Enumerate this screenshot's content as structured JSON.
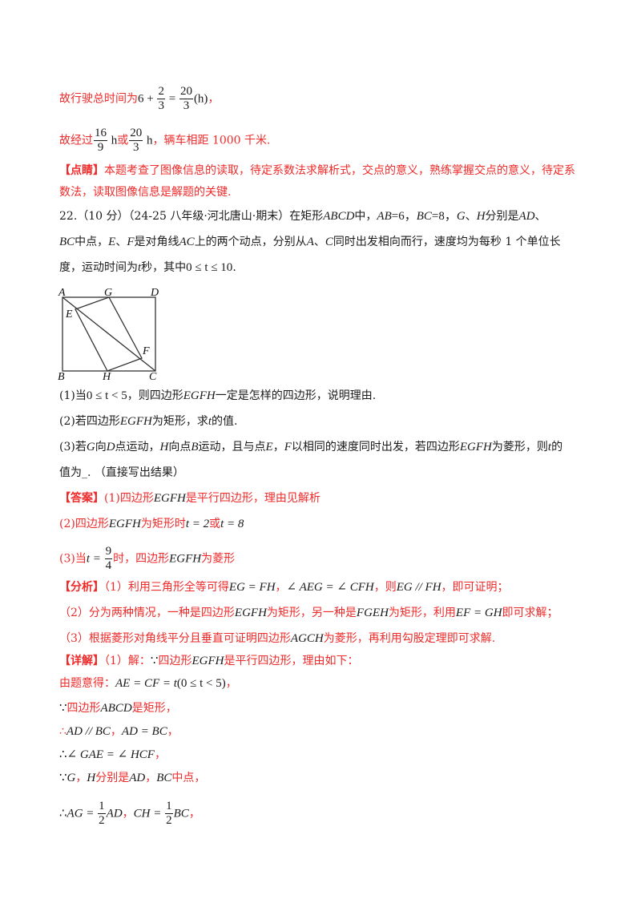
{
  "prev_solution": {
    "line1": {
      "text": "故行驶总时间为",
      "expr_a": "6 + ",
      "frac1": {
        "num": "2",
        "den": "3"
      },
      "eq": " = ",
      "frac2": {
        "num": "20",
        "den": "3"
      },
      "unit": "(h)",
      "tail": "，"
    },
    "line2": {
      "text": "故经过",
      "frac1": {
        "num": "16",
        "den": "9"
      },
      "unit1": " h",
      "or": "或",
      "frac2": {
        "num": "20",
        "den": "3"
      },
      "unit2": " h",
      "tail": "，辆车相距 1000 千米."
    }
  },
  "dianjing": {
    "label": "【点睛】",
    "line1": "本题考查了图像信息的读取，待定系数法求解析式，交点的意义，熟练掌握交点的意义，待定系",
    "line2": "数法，读取图像信息是解题的关键."
  },
  "problem": {
    "number": "22.",
    "score": "（10 分）",
    "source": "（24-25 八年级·河北唐山·期末）",
    "line1_parts": [
      "在矩形",
      "ABCD",
      "中，",
      "AB",
      "=6，",
      "BC",
      "=8，",
      "G",
      "、",
      "H",
      "分别是",
      "AD",
      "、"
    ],
    "line2_parts": [
      "BC",
      "中点，",
      "E",
      "、",
      "F",
      "是对角线",
      "AC",
      "上的两个动点，分别从",
      "A",
      "、",
      "C",
      "同时出发相向而行，速度均为每秒 1 个单位长"
    ],
    "line3_parts": [
      "度，运动时间为",
      "t",
      "秒，其中",
      "0 ≤ t ≤ 10",
      "."
    ],
    "figure": {
      "labels": {
        "A": "A",
        "B": "B",
        "C": "C",
        "D": "D",
        "E": "E",
        "F": "F",
        "G": "G",
        "H": "H"
      }
    },
    "q1": {
      "prefix": "(1)当",
      "cond": "0 ≤ t < 5",
      "mid": "，则四边形",
      "shape": "EGFH",
      "suffix": "一定是怎样的四边形，说明理由."
    },
    "q2": {
      "prefix": "(2)若四边形",
      "shape": "EGFH",
      "mid": "为矩形，求",
      "var": "t",
      "suffix": "的值."
    },
    "q3": {
      "parts": [
        "(3)若",
        "G",
        "向",
        "D",
        "点运动，",
        "H",
        "向点",
        "B",
        "运动，且与点",
        "E",
        "，",
        "F",
        "以相同的速度同时出发，若四边形",
        "EGFH",
        "为菱形，则",
        "t",
        "的"
      ]
    },
    "q3_line2": "值为_.  （直接写出结果）"
  },
  "answer": {
    "label": "【答案】",
    "a1": {
      "prefix": "(1)四边形",
      "shape": "EGFH",
      "suffix": "是平行四边形，理由见解析"
    },
    "a2": {
      "prefix": "(2)四边形",
      "shape": "EGFH",
      "mid": "为矩形时",
      "eq1": "t = 2",
      "or": "或",
      "eq2": "t = 8"
    },
    "a3": {
      "prefix": "(3)当",
      "var": "t = ",
      "frac": {
        "num": "9",
        "den": "4"
      },
      "mid": "时，四边形",
      "shape": "EGFH",
      "suffix": "为菱形"
    }
  },
  "analysis": {
    "label": "【分析】",
    "l1": {
      "p1": "（1）利用三角形全等可得",
      "m1": "EG = FH",
      "p2": "，",
      "m2": "∠ AEG = ∠ CFH",
      "p3": "，则",
      "m3": "EG // FH",
      "p4": "，即可证明；"
    },
    "l2": {
      "p1": "（2）分为两种情况，一种是四边形",
      "m1": "EGFH",
      "p2": "为矩形，另一种是",
      "m2": "FGEH",
      "p3": "为矩形，利用",
      "m3": "EF = GH",
      "p4": "即可求解；"
    },
    "l3": {
      "p1": "（3）根据菱形对角线平分且垂直可证明四边形",
      "m1": "AGCH",
      "p2": "为菱形，再利用勾股定理即可求解."
    }
  },
  "detail": {
    "label": "【详解】",
    "l1": {
      "p1": "（1）解：",
      "because": "∵",
      "p2": "四边形",
      "m1": "EGFH",
      "p3": "是平行四边形，理由如下："
    },
    "l2": {
      "p1": "由题意得：",
      "m1": "AE = CF = t",
      "m2": "(0 ≤ t < 5)",
      "p2": "，"
    },
    "l3": {
      "because": "∵",
      "p1": "四边形",
      "m1": "ABCD",
      "p2": "是矩形，"
    },
    "l4": {
      "therefore": "∴",
      "m1": "AD // BC",
      "p1": "，",
      "m2": "AD = BC",
      "p2": "，"
    },
    "l5": {
      "therefore": "∴",
      "m1": "∠ GAE = ∠ HCF",
      "p1": "，"
    },
    "l6": {
      "because": "∵",
      "m1": "G",
      "p1": "，",
      "m2": "H",
      "p2": "分别是",
      "m3": "AD",
      "p3": "，",
      "m4": "BC",
      "p4": "中点，"
    },
    "l7": {
      "therefore": "∴",
      "m1": "AG = ",
      "frac1": {
        "num": "1",
        "den": "2"
      },
      "m2": "AD",
      "p1": "，",
      "m3": "CH = ",
      "frac2": {
        "num": "1",
        "den": "2"
      },
      "m4": "BC",
      "p2": "，"
    }
  },
  "colors": {
    "accent_red": "#ee2a2a",
    "text": "#1a1a1a"
  }
}
